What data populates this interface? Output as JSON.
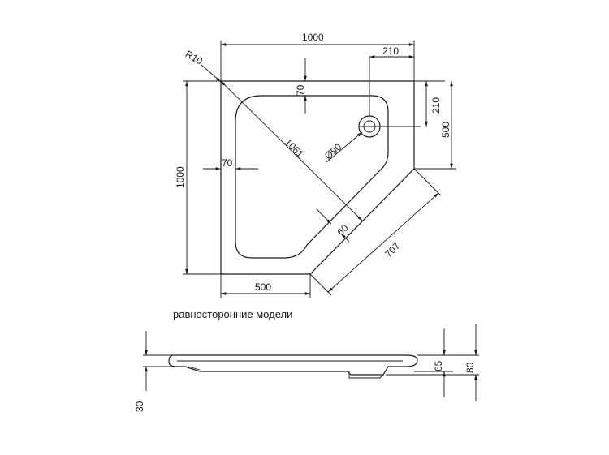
{
  "dimensions": {
    "width_top": "1000",
    "drain_offset_x": "210",
    "radius": "R10",
    "rim_top": "70",
    "drain_offset_y": "210",
    "side_right": "500",
    "height_left": "1000",
    "diagonal": "1061",
    "drain_diameter": "Ø90",
    "rim_left": "70",
    "rim_diagonal": "60",
    "diagonal_edge": "707",
    "bottom_straight": "500",
    "tray_depth_inner": "65",
    "tray_height": "80",
    "foot_height": "30"
  },
  "caption": "равносторонние модели"
}
